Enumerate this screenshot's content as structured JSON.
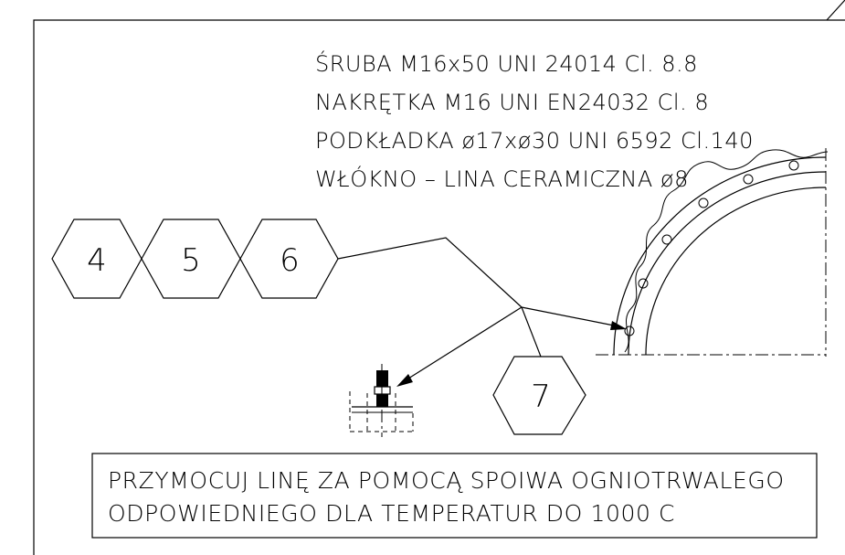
{
  "specs": [
    "ŚRUBA M16x50 UNI 24014 Cl. 8.8",
    "NAKRĘTKA M16 UNI EN24032  Cl. 8",
    "PODKŁADKA ø17xø30 UNI 6592 Cl.140",
    "WŁÓKNO – LINA CERAMICZNA ø8"
  ],
  "balloons": [
    "4",
    "5",
    "6",
    "7"
  ],
  "note": [
    "PRZYMOCUJ LINĘ ZA POMOCĄ SPOIWA OGNIOTRWALEGO",
    "ODPOWIEDNIEGO DLA TEMPERATUR DO 1000 C"
  ]
}
